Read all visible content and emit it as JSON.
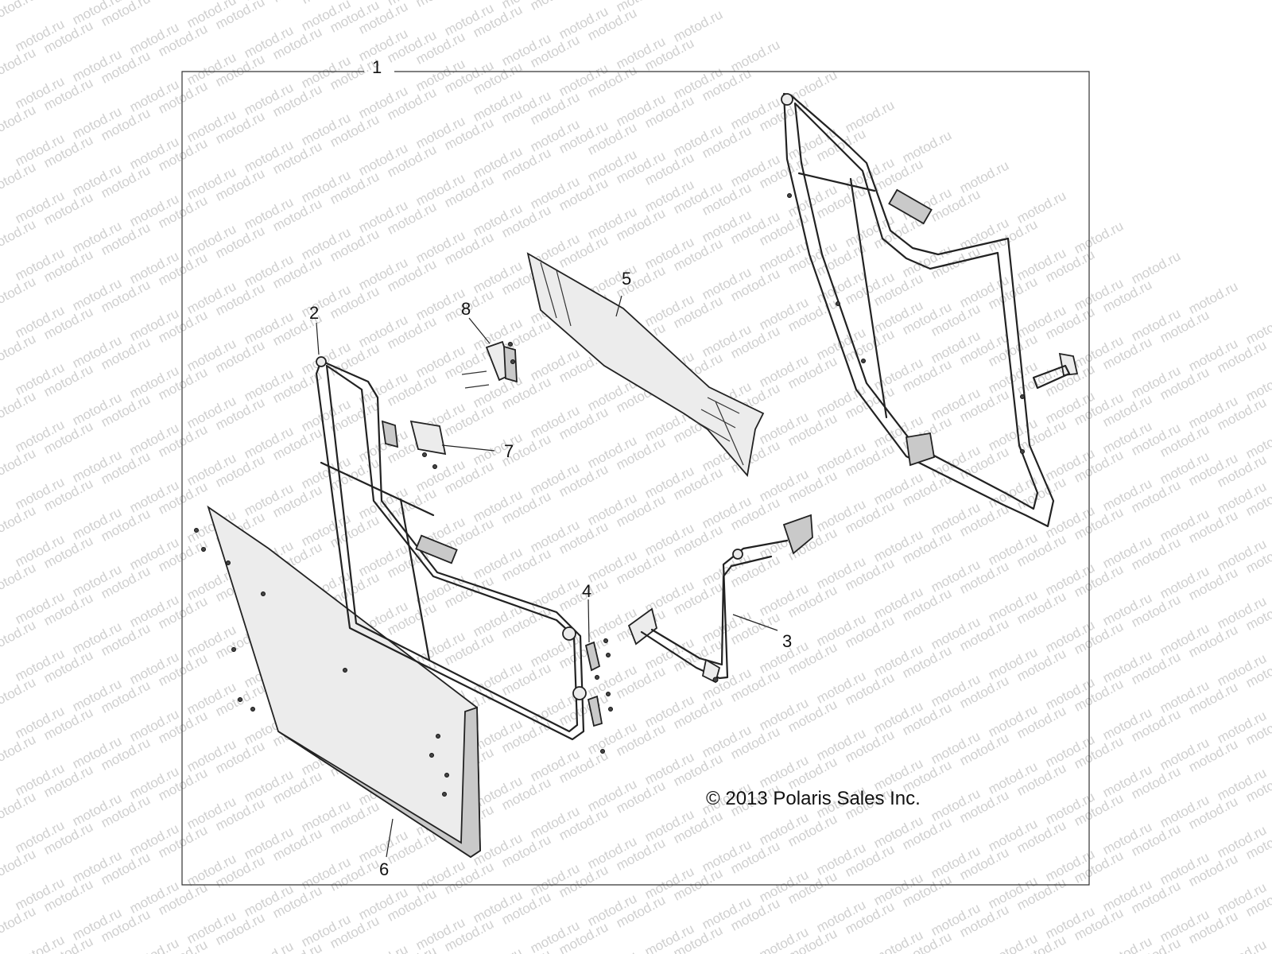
{
  "watermark": {
    "text": "motod.ru"
  },
  "callouts": {
    "c1": "1",
    "c2": "2",
    "c3": "3",
    "c4": "4",
    "c5": "5",
    "c6": "6",
    "c7": "7",
    "c8": "8"
  },
  "copyright": "© 2013 Polaris Sales Inc.",
  "colors": {
    "line": "#222222",
    "watermark": "#cfcfcf",
    "background": "#ffffff"
  }
}
